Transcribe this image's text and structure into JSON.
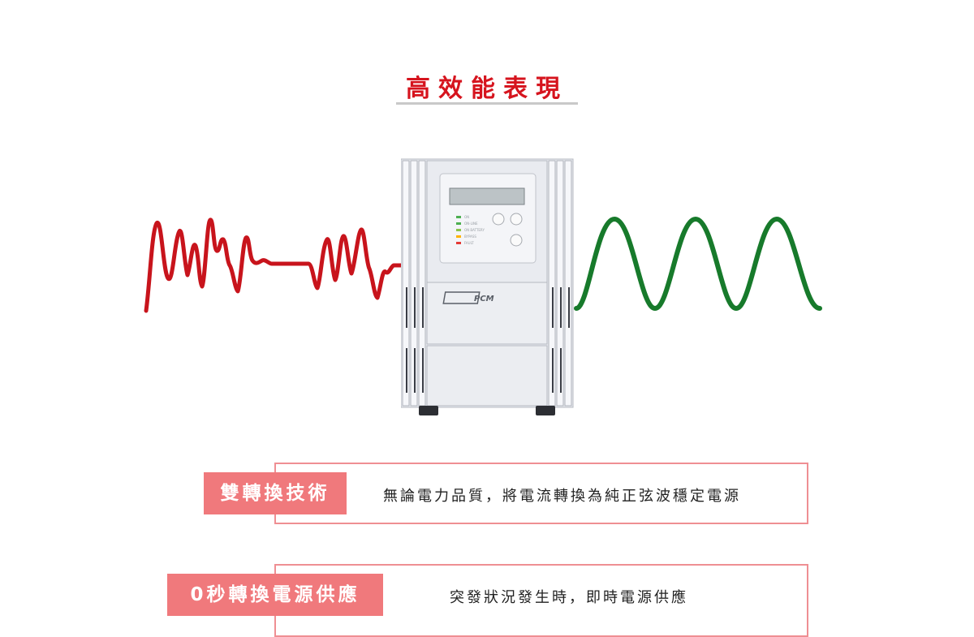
{
  "title": "高效能表現",
  "colors": {
    "title": "#d6141e",
    "dirty_wave": "#c8141c",
    "clean_wave": "#177a2b",
    "badge": "#f0797c",
    "frame": "#ef8f93"
  },
  "product": {
    "brand_logo": "PCM"
  },
  "features": [
    {
      "badge": "雙轉換技術",
      "description": "無論電力品質，將電流轉換為純正弦波穩定電源"
    },
    {
      "badge": "0秒轉換電源供應",
      "description": "突發狀況發生時，即時電源供應"
    }
  ]
}
